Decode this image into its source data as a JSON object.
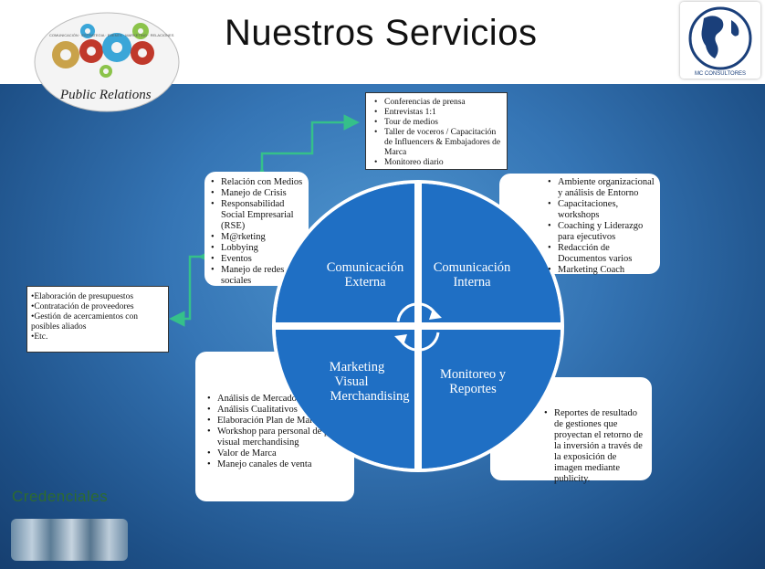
{
  "title": "Nuestros Servicios",
  "logos": {
    "left_text": "Public Relations",
    "left_small_words": [
      "COMUNICACIÓN",
      "ESTRATEGIA",
      "EVENTS",
      "MARKETING",
      "RELACIONES"
    ],
    "right_text": "MC CONSULTORES"
  },
  "quadrants": {
    "top_left": [
      "Comunicación",
      "Externa"
    ],
    "top_right": [
      "Comunicación",
      "Interna"
    ],
    "bottom_left": [
      "Marketing",
      "Visual",
      "Merchandising"
    ],
    "bottom_right": [
      "Monitoreo y",
      "Reportes"
    ]
  },
  "boxes": {
    "top": [
      "Conferencias de prensa",
      "Entrevistas 1:1",
      "Tour de medios",
      "Taller de voceros / Capacitación de Influencers & Embajadores de Marca",
      "Monitoreo diario"
    ],
    "top_left": [
      "Relación con Medios",
      "Manejo de Crisis",
      "Responsabilidad Social Empresarial (RSE)",
      "M@rketing",
      "Lobbying",
      "Eventos",
      "Manejo de redes sociales"
    ],
    "top_right": [
      "Ambiente organizacional y análisis de Entorno",
      "Capacitaciones, workshops",
      "Coaching y Liderazgo para ejecutivos",
      "Redacción de Documentos varios",
      "Marketing Coach"
    ],
    "left": [
      "Elaboración de presupuestos",
      "Contratación de proveedores",
      "Gestión de acercamientos con posibles aliados",
      "Etc."
    ],
    "bottom_left": [
      "Análisis de Mercados",
      "Análisis Cualitativos",
      "Elaboración Plan de Marketing",
      "Workshop para personal de piso, visual merchandising",
      "Valor de  Marca",
      "Manejo canales de venta"
    ],
    "bottom_right": [
      "Reportes de resultado de gestiones que proyectan el retorno de la inversión a través de la exposición de imagen mediante publicity."
    ]
  },
  "footer": {
    "credenciales": "Credenciales"
  },
  "colors": {
    "circle": "#1f6fc4",
    "arrow": "#35c08a",
    "background": "#3575b5"
  }
}
